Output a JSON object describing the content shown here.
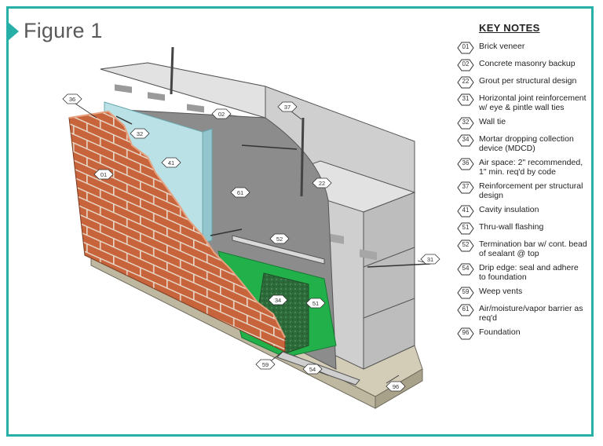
{
  "figure": {
    "title": "Figure 1"
  },
  "key_notes": {
    "title": "KEY NOTES",
    "items": [
      {
        "code": "01",
        "text": "Brick veneer"
      },
      {
        "code": "02",
        "text": "Concrete masonry backup"
      },
      {
        "code": "22",
        "text": "Grout per structural design"
      },
      {
        "code": "31",
        "text": "Horizontal joint reinforcement w/ eye & pintle wall ties"
      },
      {
        "code": "32",
        "text": "Wall tie"
      },
      {
        "code": "34",
        "text": "Mortar dropping collection device (MDCD)"
      },
      {
        "code": "36",
        "text": "Air space: 2\" recommended, 1\" min. req'd by code"
      },
      {
        "code": "37",
        "text": "Reinforcement per structural design"
      },
      {
        "code": "41",
        "text": "Cavity insulation"
      },
      {
        "code": "51",
        "text": "Thru-wall flashing"
      },
      {
        "code": "52",
        "text": "Termination bar w/ cont. bead of sealant @ top"
      },
      {
        "code": "54",
        "text": "Drip edge: seal and adhere to foundation"
      },
      {
        "code": "59",
        "text": "Weep vents"
      },
      {
        "code": "61",
        "text": "Air/moisture/vapor barrier as req'd"
      },
      {
        "code": "96",
        "text": "Foundation"
      }
    ]
  },
  "diagram_labels": [
    "36",
    "02",
    "37",
    "32",
    "41",
    "01",
    "61",
    "22",
    "52",
    "31",
    "34",
    "51",
    "59",
    "54",
    "96"
  ],
  "colors": {
    "frame": "#27b0a8",
    "brick": "#c8643c",
    "block": "#cfcfcf",
    "barrier": "#8c8c8c",
    "insulation": "#b9e1e6",
    "flashing": "#22b04a",
    "mdcd": "#2e6b3a",
    "foundation": "#d3cdb8"
  }
}
